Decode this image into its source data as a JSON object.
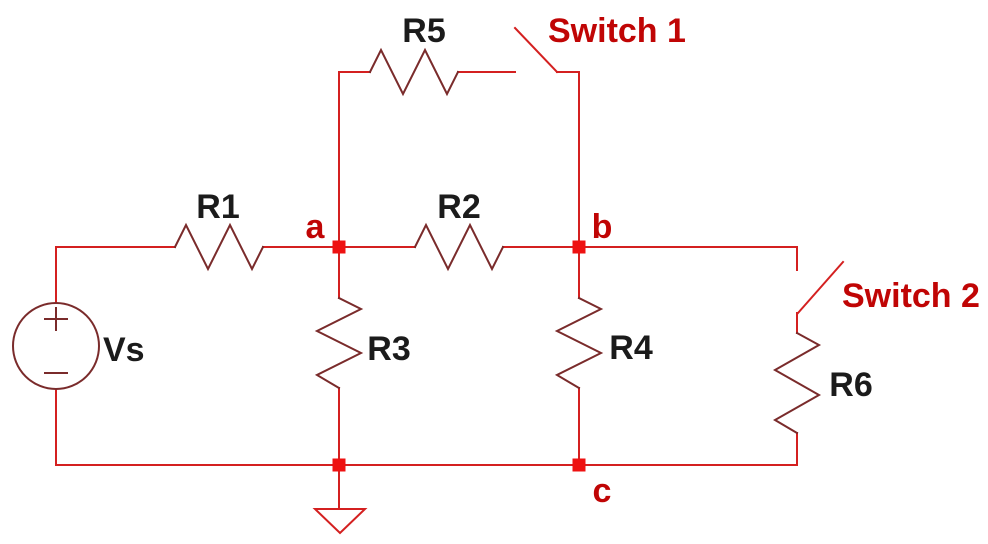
{
  "diagram": {
    "type": "circuit-schematic",
    "description": "Resistor network driven by voltage source Vs with two open switches, nodes a, b, c and ground reference"
  },
  "colors": {
    "background": "#ffffff",
    "wire": "#d42020",
    "component": "#7a2b2b",
    "node": "#ee1111",
    "label_red": "#c00505",
    "label_black": "#1b1b1b"
  },
  "labels": {
    "vs": "Vs",
    "r1": "R1",
    "r2": "R2",
    "r3": "R3",
    "r4": "R4",
    "r5": "R5",
    "r6": "R6",
    "node_a": "a",
    "node_b": "b",
    "node_c": "c",
    "switch1": "Switch 1",
    "switch2": "Switch 2"
  }
}
